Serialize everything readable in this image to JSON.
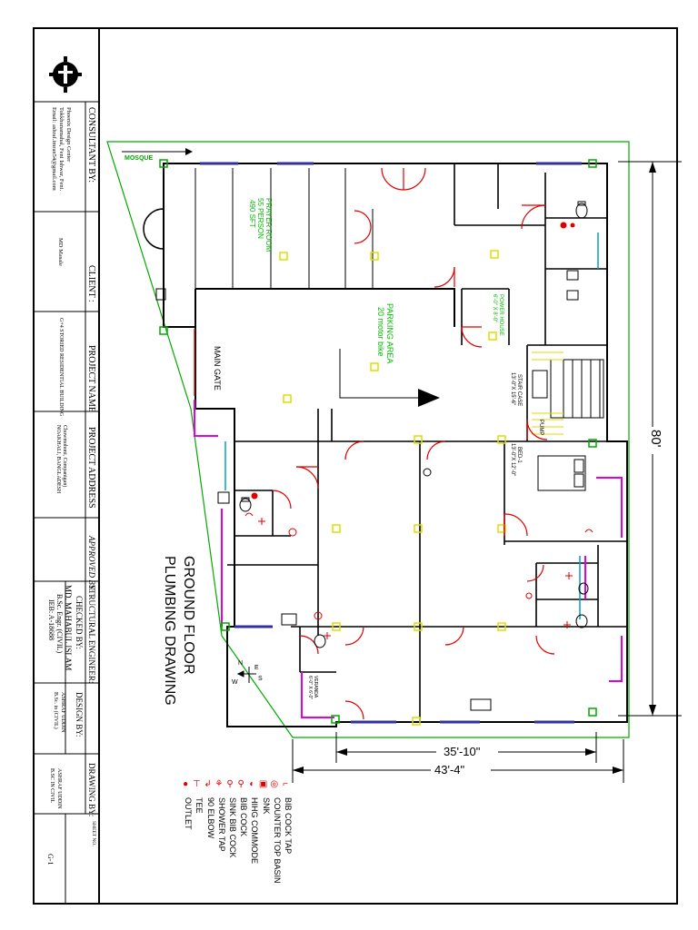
{
  "title_block": {
    "consultant_label": "CONSULTANT BY:",
    "consultant_lines": [
      "Phoenix Design Center",
      "Tokkhunamahal, Feni Ishwar, Feni.",
      "Email: ashraf.imran54@gmail.com"
    ],
    "client_label": "CLIENT :",
    "client_value": "MD Masale",
    "project_name_label": "PROJECT NAME",
    "project_name_value": "G+4 STORIED RESIDENTIAL BUILDING",
    "project_address_label": "PROJECT ADDRESS",
    "project_address_lines": [
      "Chowmohoni, Companiganj",
      "NOAKHALI, BANGLADESH"
    ],
    "approved_label": "APPROVED BY:",
    "structural_label": "STRUCTURAL ENGINEER:",
    "checked_label": "CHECKED BY:",
    "checked_lines": [
      "MD. MAHABUL ISLAM",
      "B.Sc. Engr. (CIVIL)",
      "IEB: A-18688"
    ],
    "design_label": "DESIGN BY:",
    "design_lines": [
      "ASHRAF UDDIN",
      "B.Sc. in (CIVIL)"
    ],
    "drawing_label": "DRAWING BY:",
    "drawing_lines": [
      "ASHRAF UDDIN",
      "B.SC IN CIVIL"
    ],
    "sheet_label": "SHEET NO.",
    "sheet_value": "G-1"
  },
  "drawing": {
    "title_line1": "GROUND FLOOR",
    "title_line2": "PLUMBING DRAWING",
    "mosque_label": "MOSQUE",
    "main_gate_label": "MAIN GATE",
    "prayer_room": [
      "PRAYER ROOM",
      "55 PERSON",
      "490 SFT"
    ],
    "parking": [
      "PARKING AREA",
      "20 motor bike"
    ],
    "power_house": [
      "POWER HOUSE",
      "6'-0\" X 8'-0\""
    ],
    "stair_case": [
      "STAIR CASE",
      "13'-0\"X 15'-6\""
    ],
    "pump_label": "PUMP",
    "bed_label": [
      "BED-1",
      "13'-0\"X 12'-0\""
    ],
    "veranda": [
      "VERANDA",
      "6'-0\" X 6'-0\""
    ],
    "dim_35": "35'-10\"",
    "dim_43": "43'-4\"",
    "dim_80": "80'",
    "compass": {
      "n": "N",
      "s": "S",
      "e": "E",
      "w": "W"
    }
  },
  "legend": [
    {
      "icon": "bib-cock-tap-icon",
      "label": "BIB COCK TAP"
    },
    {
      "icon": "counter-top-basin-icon",
      "label": "COUNTER TOP BASIN"
    },
    {
      "icon": "sink-icon",
      "label": "SNK"
    },
    {
      "icon": "high-commode-icon",
      "label": "HIHG COMMODE"
    },
    {
      "icon": "bib-cock-icon",
      "label": "BIB COCK"
    },
    {
      "icon": "sink-bib-cock-icon",
      "label": "SINK BIB COCK"
    },
    {
      "icon": "shower-tap-icon",
      "label": "SHOWER TAP"
    },
    {
      "icon": "elbow-icon",
      "label": "90 ELBOW"
    },
    {
      "icon": "tee-icon",
      "label": "TEE"
    },
    {
      "icon": "outlet-icon",
      "label": "OUTLET"
    }
  ],
  "colors": {
    "wall": "#000000",
    "boundary": "#00aa00",
    "door": "#e00000",
    "fixture": "#e00000",
    "column": "#dddd00",
    "pipe_magenta": "#e000e0",
    "pipe_cyan": "#00a0c0",
    "room_text": "#00bb00",
    "window": "#3030a0"
  }
}
